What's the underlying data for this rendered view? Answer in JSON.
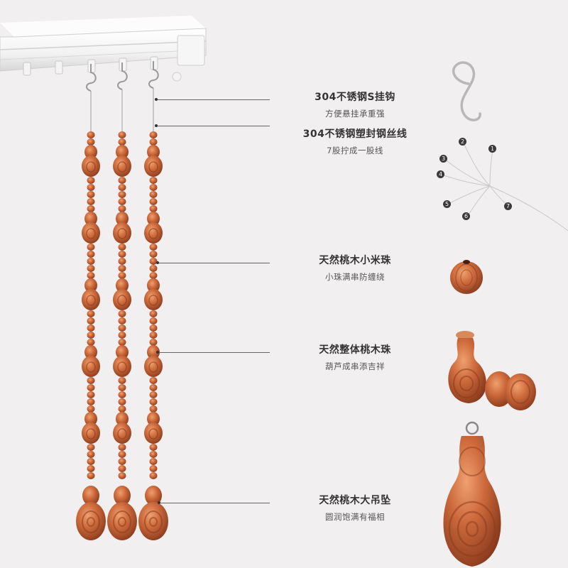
{
  "features": [
    {
      "title": "304不锈钢S挂钩",
      "subtitle": "方便悬挂承重强"
    },
    {
      "title": "304不锈钢塑封钢丝线",
      "subtitle": "7股拧成一股线"
    },
    {
      "title": "天然桃木小米珠",
      "subtitle": "小珠满串防缠绕"
    },
    {
      "title": "天然整体桃木珠",
      "subtitle": "葫芦成串添吉祥"
    },
    {
      "title": "天然桃木大吊坠",
      "subtitle": "圆润饱满有福相"
    }
  ],
  "wire_strands": [
    "1",
    "2",
    "3",
    "4",
    "5",
    "6",
    "7"
  ],
  "colors": {
    "background": "#f1eff0",
    "wood": "#c8663a",
    "wood_dark": "#8a3a1c",
    "rail": "#f7f7f7"
  }
}
